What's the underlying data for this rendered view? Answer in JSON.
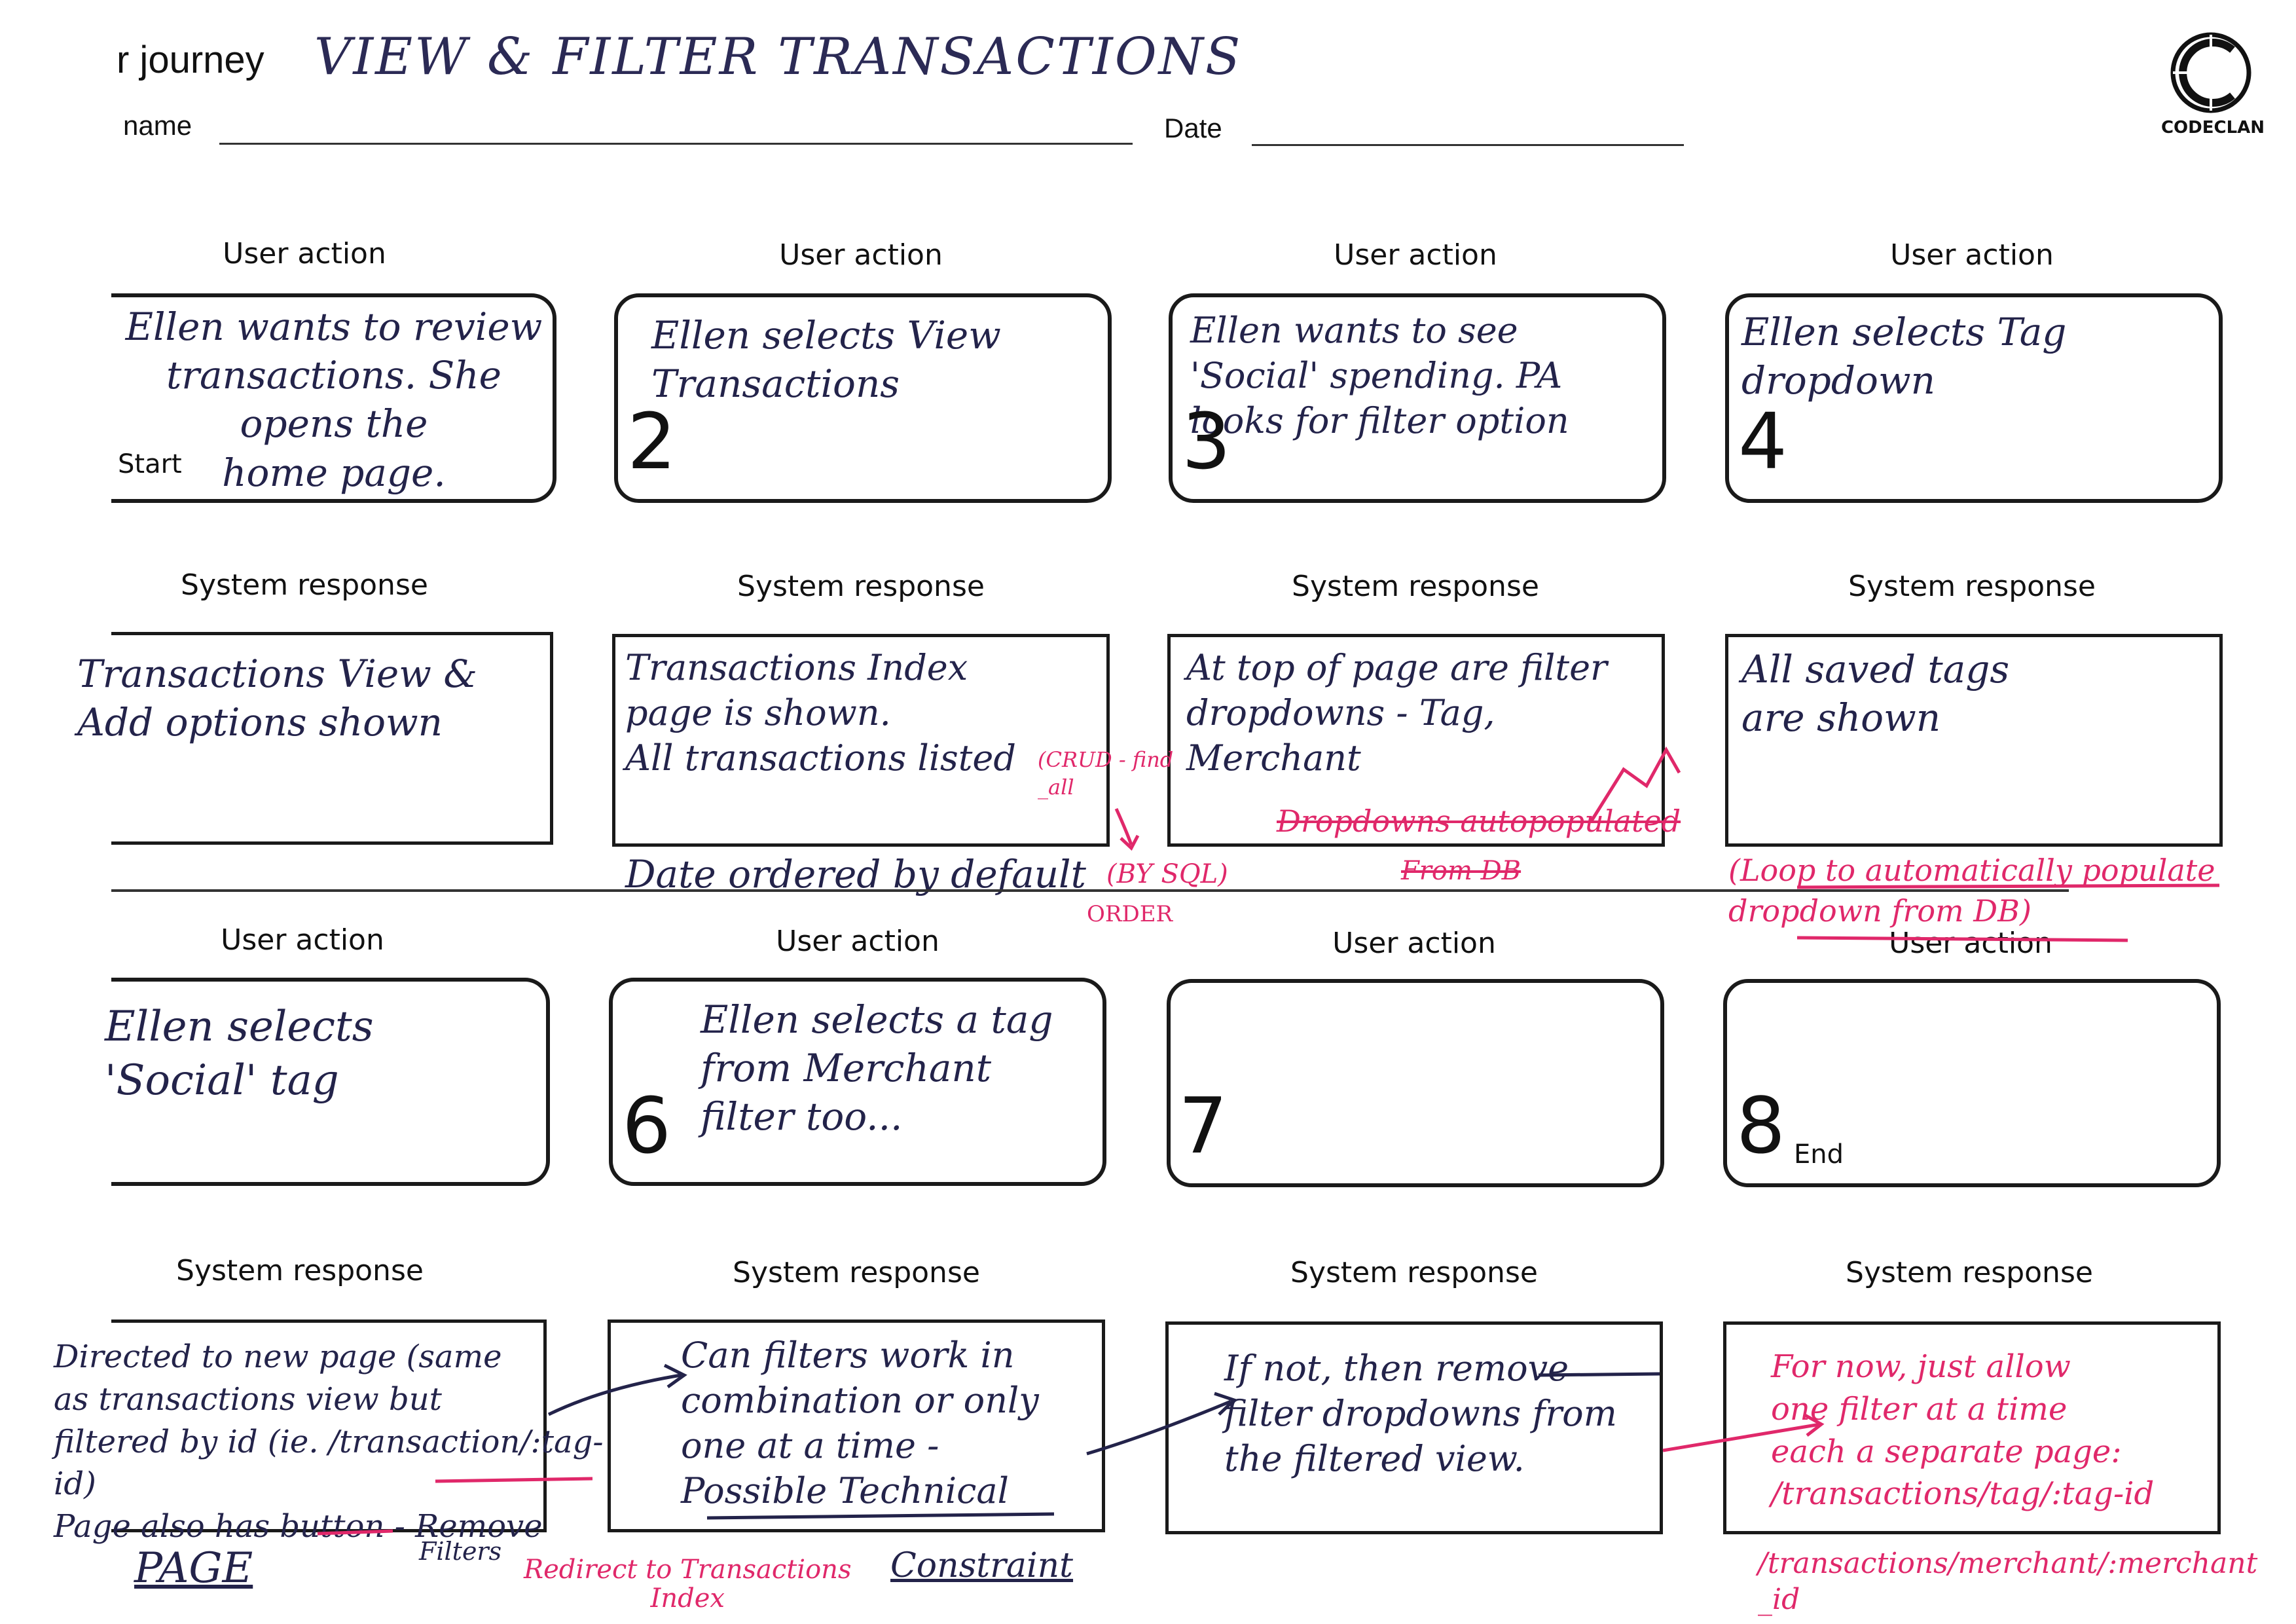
{
  "header": {
    "title": "r journey",
    "handwritten_title": "VIEW & FILTER TRANSACTIONS",
    "name_label": "name",
    "date_label": "Date"
  },
  "logo": {
    "word": "CODECLAN"
  },
  "labels": {
    "user_action": "User action",
    "system_response": "System response",
    "start": "Start",
    "end": "End"
  },
  "steps": [
    {
      "number": "",
      "action": "Ellen wants to review\ntransactions. She opens the\nhome page.",
      "response": "Transactions View &\nAdd options shown"
    },
    {
      "number": "2",
      "action": "Ellen selects View\nTransactions",
      "response": "Transactions Index\npage is shown.\nAll transactions listed"
    },
    {
      "number": "3",
      "action": "Ellen wants to see\n'Social' spending. PA\nlooks for filter option",
      "response": "At top of page are filter\ndropdowns - Tag,\nMerchant"
    },
    {
      "number": "4",
      "action": "Ellen selects Tag\ndropdown",
      "response": "All saved tags\nare shown"
    },
    {
      "number": "",
      "action": "Ellen selects\n'Social' tag",
      "response": "Directed to new page (same\nas transactions view but\nfiltered by id (ie. /transaction/:tag-id)\nPage also has button - Remove"
    },
    {
      "number": "6",
      "action": "Ellen selects a tag\nfrom Merchant\nfilter too...",
      "response": "Can filters work in\ncombination or only\none at a time -\nPossible Technical"
    },
    {
      "number": "7",
      "action": "",
      "response": "If not, then remove\nfilter dropdowns from\nthe filtered view."
    },
    {
      "number": "8",
      "action": "",
      "response": "For now, just allow\none filter at a time\neach a separate page:\n/transactions/tag/:tag-id"
    }
  ],
  "annotations": {
    "date_ordered": "Date ordered by default",
    "sort_by_sql": "(BY SQL)",
    "order": "ORDER",
    "crud_find_all": "(CRUD - find\n_all",
    "dropdowns_autopop": "Dropdowns autopopulated",
    "from_db": "From DB",
    "loop_note": "(Loop to automatically populate\ndropdown from DB)",
    "page": "PAGE",
    "filters": "Filters",
    "redirect": "Redirect to Transactions\nIndex",
    "constraint": "Constraint",
    "merchant_route": "/transactions/merchant/:merchant\n_id"
  },
  "colors": {
    "ink": "#23234a",
    "red_ink": "#e0286a",
    "border": "#1a1a1a"
  }
}
